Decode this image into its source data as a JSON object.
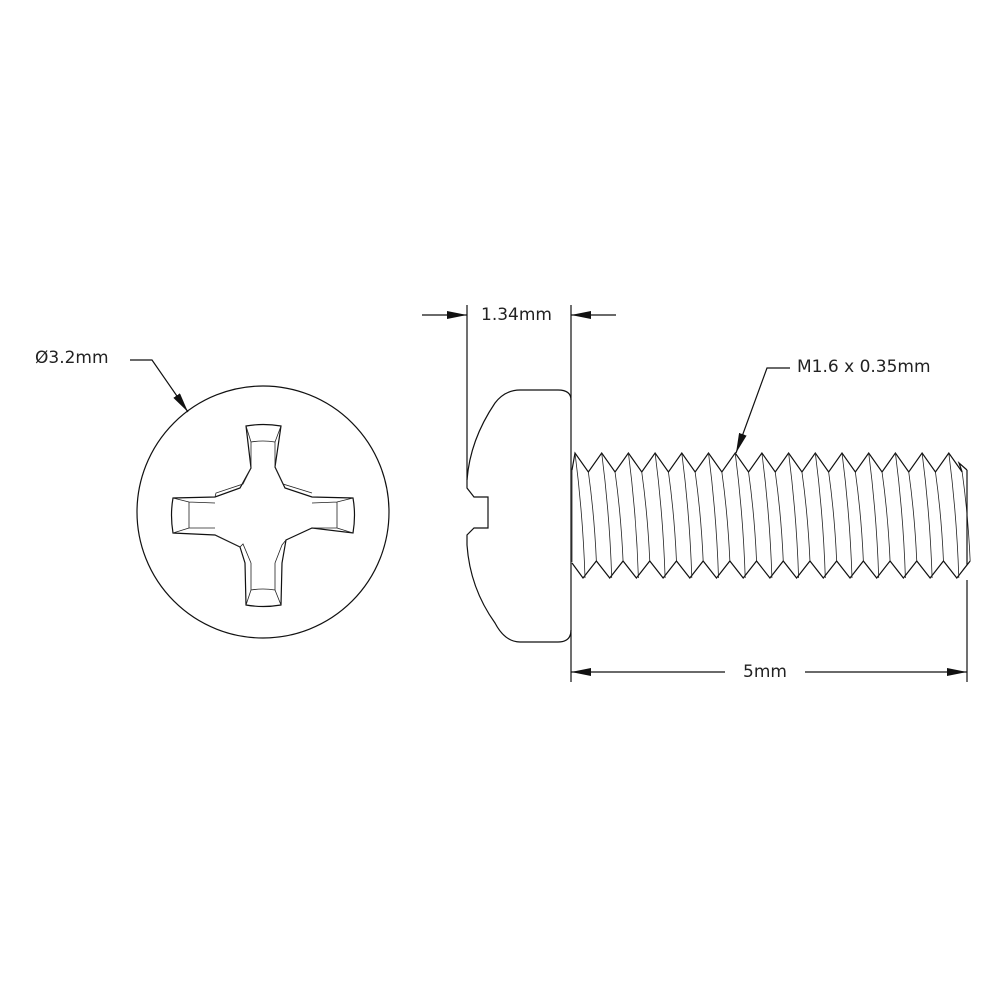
{
  "dimensions": {
    "head_diameter": "Ø3.2mm",
    "head_height": "1.34mm",
    "thread_spec": "M1.6 x 0.35mm",
    "length": "5mm"
  },
  "colors": {
    "line": "#111111",
    "background": "#ffffff"
  }
}
